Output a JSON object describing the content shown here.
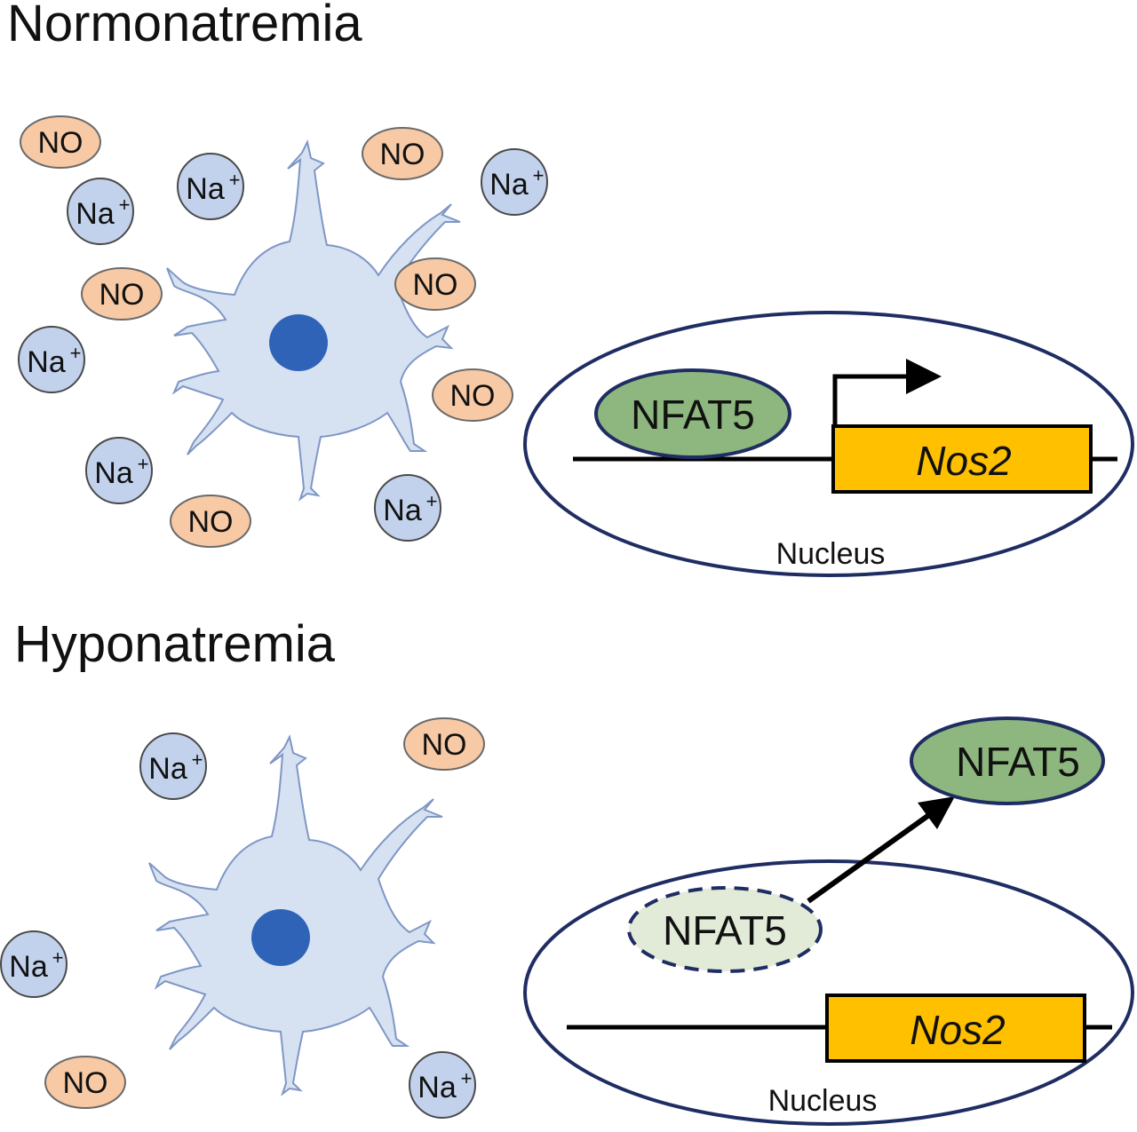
{
  "colors": {
    "no_fill": "#F7C9A4",
    "no_stroke": "#6b6b6b",
    "na_fill": "#C2D2EC",
    "na_stroke": "#4a4a4a",
    "cell_fill": "#D6E2F2",
    "cell_stroke": "#7f97c6",
    "cell_nucleus": "#2F63B8",
    "nfat_fill": "#8DB77E",
    "nfat_faded_fill": "#E2EBD8",
    "nucleus_outline": "#1F2D63",
    "gene_fill": "#FFC000"
  },
  "ions": {
    "no_label": "NO",
    "na_label": "Na",
    "na_charge": "+"
  },
  "normonatremia": {
    "title": "Normonatremia",
    "nfat_label": "NFAT5",
    "gene_label": "Nos2",
    "nucleus_label": "Nucleus"
  },
  "hyponatremia": {
    "title": "Hyponatremia",
    "nfat_out_label": "NFAT5",
    "nfat_in_label": "NFAT5",
    "gene_label": "Nos2",
    "nucleus_label": "Nucleus"
  }
}
